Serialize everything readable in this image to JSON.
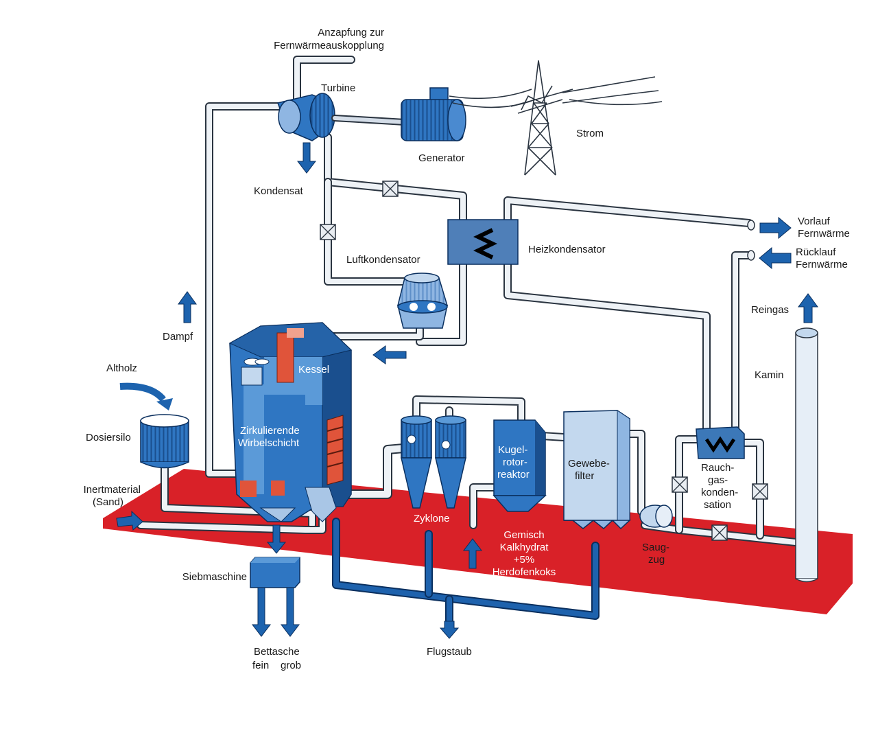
{
  "labels": {
    "anzapfung_1": "Anzapfung zur",
    "anzapfung_2": "Fernwärmeauskopplung",
    "turbine": "Turbine",
    "generator": "Generator",
    "strom": "Strom",
    "kondensat": "Kondensat",
    "luftkondensator": "Luftkondensator",
    "heizkondensator": "Heizkondensator",
    "vorlauf_1": "Vorlauf",
    "vorlauf_2": "Fernwärme",
    "ruecklauf_1": "Rücklauf",
    "ruecklauf_2": "Fernwärme",
    "reingas": "Reingas",
    "kamin": "Kamin",
    "dampf": "Dampf",
    "kessel": "Kessel",
    "altholz": "Altholz",
    "dosiersilo": "Dosiersilo",
    "zirkulierende_1": "Zirkulierende",
    "zirkulierende_2": "Wirbelschicht",
    "inertmaterial_1": "Inertmaterial",
    "inertmaterial_2": "(Sand)",
    "kugel_1": "Kugel-",
    "kugel_2": "rotor-",
    "kugel_3": "reaktor",
    "gewebe_1": "Gewebe-",
    "gewebe_2": "filter",
    "rauch_1": "Rauch-",
    "rauch_2": "gas-",
    "rauch_3": "konden-",
    "rauch_4": "sation",
    "zyklone": "Zyklone",
    "gemisch_1": "Gemisch",
    "gemisch_2": "Kalkhydrat",
    "gemisch_3": "+5%",
    "gemisch_4": "Herdofenkoks",
    "saugzug_1": "Saug-",
    "saugzug_2": "zug",
    "siebmaschine": "Siebmaschine",
    "bettasche": "Bettasche",
    "fein": "fein",
    "grob": "grob",
    "flugstaub": "Flugstaub"
  },
  "colors": {
    "floor": "#d92128",
    "equipment_blue": "#2f76c2",
    "equipment_dark": "#1a4f8e",
    "light_blue": "#a9c6e6",
    "pipe_white": "#eef2f6",
    "brick": "#e0543a",
    "arrow_blue": "#1d63ae"
  }
}
